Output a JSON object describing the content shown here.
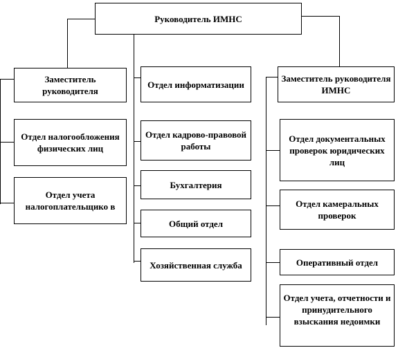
{
  "head": {
    "label": "Руководитель ИМНС"
  },
  "left_column": {
    "deputy": "Заместитель руководителя",
    "units": [
      "Отдел налогообложения физических лиц",
      "Отдел учета налогоплательщико в"
    ]
  },
  "middle_column": {
    "units": [
      "Отдел информатизации",
      "Отдел кадрово-правовой работы",
      "Бухгалтерия",
      "Общий отдел",
      "Хозяйственная служба"
    ]
  },
  "right_column": {
    "deputy": "Заместитель руководителя ИМНС",
    "units": [
      "Отдел документальных проверок юридических лиц",
      "Отдел камеральных проверок",
      "Оперативный отдел",
      "Отдел учета, отчетности и принудительного взыскания недоимки"
    ]
  }
}
